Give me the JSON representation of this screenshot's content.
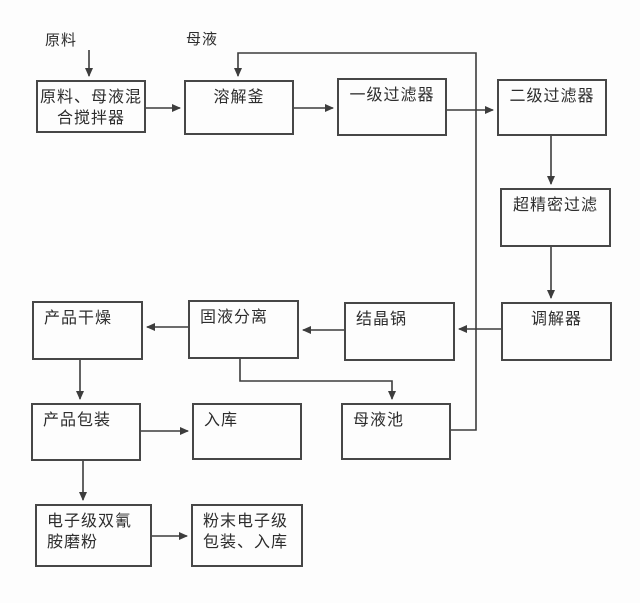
{
  "diagram": {
    "type": "flowchart",
    "labels": {
      "raw_material": "原料",
      "mother_liquor": "母液"
    },
    "nodes": [
      {
        "id": "mixer",
        "label": "原料、母液混\n合搅拌器"
      },
      {
        "id": "dissolving-kettle",
        "label": "溶解釜"
      },
      {
        "id": "first-stage-filter",
        "label": "一级过滤器"
      },
      {
        "id": "second-stage-filter",
        "label": "二级过滤器"
      },
      {
        "id": "ultra-precision-filter",
        "label": "超精密过滤"
      },
      {
        "id": "regulator",
        "label": "调解器"
      },
      {
        "id": "crystallizing-pot",
        "label": "结晶锅"
      },
      {
        "id": "solid-liquid-separation",
        "label": "固液分离"
      },
      {
        "id": "product-drying",
        "label": "产品干燥"
      },
      {
        "id": "product-packaging",
        "label": "产品包装"
      },
      {
        "id": "warehousing",
        "label": "入库"
      },
      {
        "id": "mother-liquor-pool",
        "label": "母液池"
      },
      {
        "id": "dicyandiamide-grinding",
        "label": "电子级双氰\n胺磨粉"
      },
      {
        "id": "powder-packaging",
        "label": "粉末电子级\n包装、入库"
      }
    ],
    "edges": [
      {
        "from": "raw-material-label",
        "to": "mixer"
      },
      {
        "from": "mother-liquor-pool",
        "to": "dissolving-kettle"
      },
      {
        "from": "mixer",
        "to": "dissolving-kettle"
      },
      {
        "from": "dissolving-kettle",
        "to": "first-stage-filter"
      },
      {
        "from": "first-stage-filter",
        "to": "second-stage-filter"
      },
      {
        "from": "second-stage-filter",
        "to": "ultra-precision-filter"
      },
      {
        "from": "ultra-precision-filter",
        "to": "regulator"
      },
      {
        "from": "regulator",
        "to": "crystallizing-pot"
      },
      {
        "from": "crystallizing-pot",
        "to": "solid-liquid-separation"
      },
      {
        "from": "solid-liquid-separation",
        "to": "product-drying"
      },
      {
        "from": "solid-liquid-separation",
        "to": "mother-liquor-pool"
      },
      {
        "from": "product-drying",
        "to": "product-packaging"
      },
      {
        "from": "product-packaging",
        "to": "warehousing"
      },
      {
        "from": "product-packaging",
        "to": "dicyandiamide-grinding"
      },
      {
        "from": "dicyandiamide-grinding",
        "to": "powder-packaging"
      }
    ],
    "colors": {
      "line": "#3d3d3d",
      "border": "#474747",
      "text": "#2d2d2d",
      "background": "#fdfdfd"
    }
  }
}
